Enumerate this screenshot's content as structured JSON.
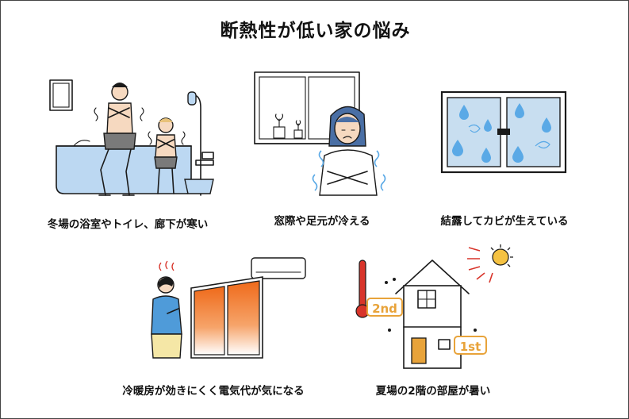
{
  "title": "断熱性が低い家の悩み",
  "captions": {
    "cold_rooms": "冬場の浴室やトイレ、廊下が寒い",
    "cold_feet": "窓際や足元が冷える",
    "condensation": "結露してカビが生えている",
    "heating_cost": "冷暖房が効きにくく電気代が気になる",
    "hot_upstairs": "夏場の2階の部屋が暑い"
  },
  "floor_labels": {
    "second": "2nd",
    "first": "1st"
  },
  "colors": {
    "accent_orange": "#e8a33a",
    "window_heat": "#ef6a1a",
    "cold_blue": "#5aa9e6",
    "thermo_red": "#d8342a",
    "shirt_blue": "#4f9bd9",
    "skin": "#f6d9c0"
  }
}
